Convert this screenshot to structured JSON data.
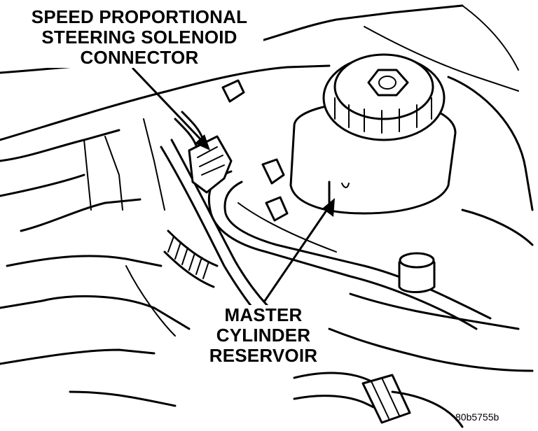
{
  "labels": {
    "solenoid_connector": [
      "SPEED PROPORTIONAL",
      "STEERING SOLENOID",
      "CONNECTOR"
    ],
    "reservoir": [
      "MASTER",
      "CYLINDER",
      "RESERVOIR"
    ]
  },
  "figure_id": "80b5755b",
  "colors": {
    "ink": "#000000",
    "paper": "#ffffff"
  }
}
